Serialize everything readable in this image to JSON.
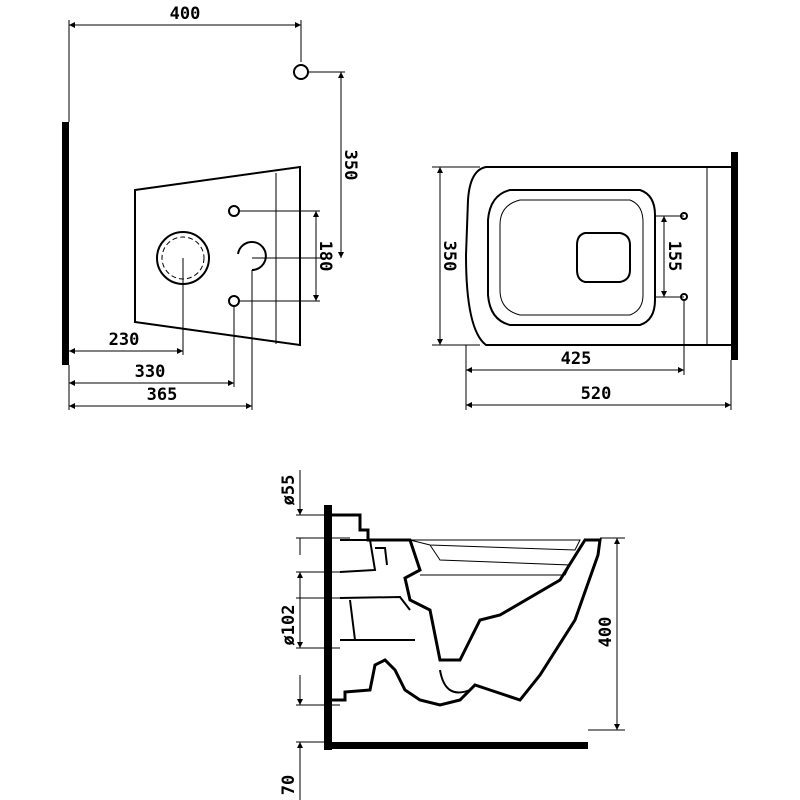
{
  "top_view": {
    "dims": {
      "width_400": "400",
      "height_350": "350",
      "hole_180": "180",
      "offset_230": "230",
      "offset_330": "330",
      "offset_365": "365"
    }
  },
  "plan_view": {
    "dims": {
      "width_350": "350",
      "bolt_155": "155",
      "length_425": "425",
      "length_520": "520"
    }
  },
  "side_view": {
    "dims": {
      "dia_55": "ø55",
      "dia_102": "ø102",
      "height_400": "400",
      "floor_70": "70"
    }
  }
}
